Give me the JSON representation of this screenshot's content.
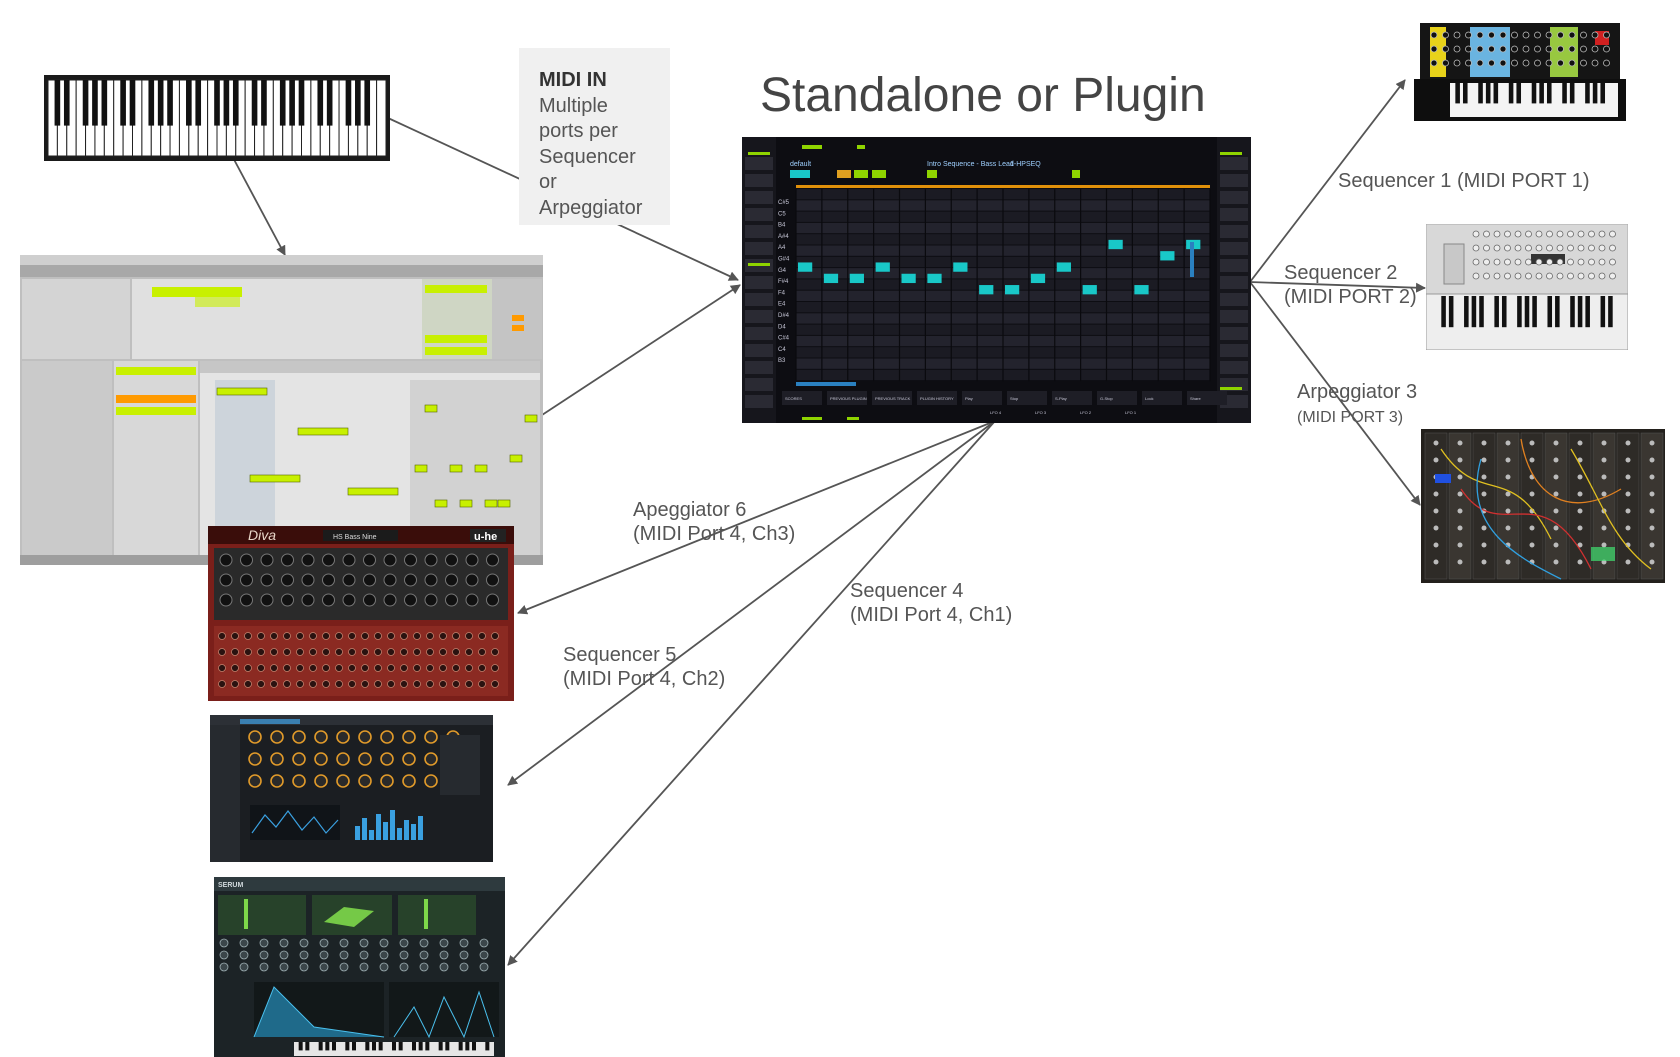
{
  "title": "Standalone or Plugin",
  "midi_in": {
    "heading": "MIDI IN",
    "lines": [
      "Multiple",
      "ports per",
      "Sequencer",
      "or",
      "Arpeggiator"
    ]
  },
  "outputs": {
    "seq1": {
      "line1": "Sequencer 1 (MIDI PORT 1)"
    },
    "seq2": {
      "line1": "Sequencer 2",
      "line2": "(MIDI PORT 2)"
    },
    "arp3": {
      "line1": "Arpeggiator 3",
      "line2": "(MIDI PORT 3)"
    },
    "arp6": {
      "line1": "Apeggiator 6",
      "line2": "(MIDI Port 4, Ch3)"
    },
    "seq4": {
      "line1": "Sequencer 4",
      "line2": "(MIDI Port 4, Ch1)"
    },
    "seq5": {
      "line1": "Sequencer 5",
      "line2": "(MIDI Port 4, Ch2)"
    }
  },
  "sequencer_ui": {
    "preset": "default",
    "sequence_name": "Intro Sequence - Bass Lead",
    "instance": "1-HPSEQ",
    "note_labels": [
      "C#5",
      "C5",
      "B4",
      "A#4",
      "A4",
      "G#4",
      "G4",
      "F#4",
      "F4",
      "E4",
      "D#4",
      "D4",
      "C#4",
      "C4",
      "B3"
    ],
    "bottom_buttons": [
      "SCORES",
      "PREVIOUS PLUGIN",
      "PREVIOUS TRACK",
      "PLUGIN HISTORY",
      "Play",
      "Stop",
      "S-Play",
      "G-Stop",
      "Lock",
      "Share"
    ],
    "lfo_labels": [
      "LFO 4",
      "LFO 3",
      "LFO 2",
      "LFO 1"
    ]
  },
  "synth_labels": {
    "diva": "Diva",
    "diva_preset": "HS Bass Nine",
    "uhe": "u-he",
    "serum": "SERUM"
  },
  "colors": {
    "seq_bg": "#0d0d12",
    "note": "#19c8c8",
    "accent_green": "#8fd400",
    "lime": "#c8f000",
    "diva_red": "#8b2a22",
    "arrow": "#555555"
  }
}
